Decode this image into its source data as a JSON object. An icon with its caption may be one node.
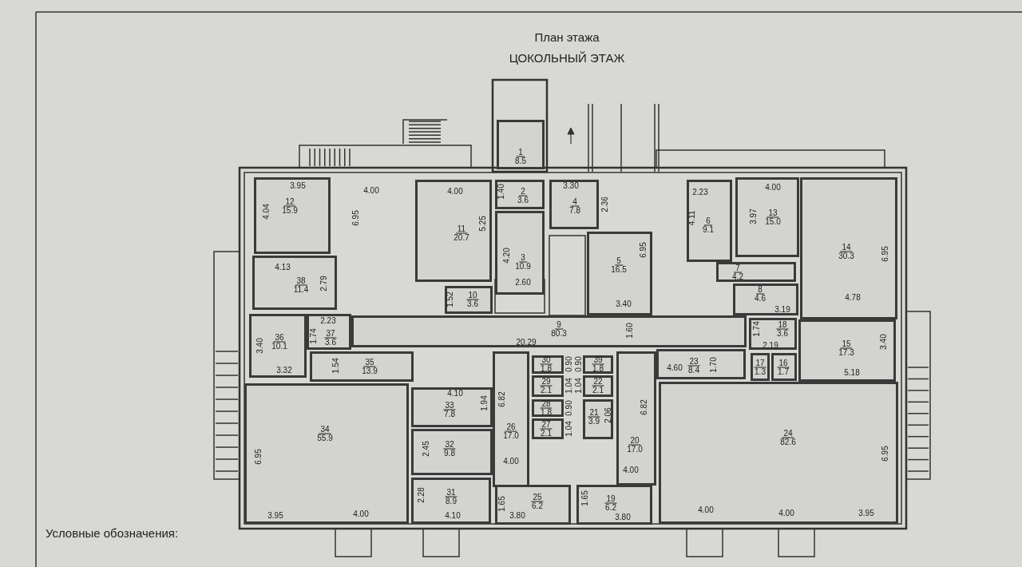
{
  "diagram": {
    "title": "План этажа",
    "nodes": [
      {
        "text": [
          "1",
          "8.5"
        ]
      },
      {
        "text": [
          "12",
          "15.9"
        ]
      },
      {
        "text": [
          "11",
          "20.7"
        ]
      },
      {
        "text": [
          "2",
          "3.6"
        ]
      },
      {
        "text": [
          "4",
          "7.8"
        ]
      },
      {
        "text": [
          "6",
          "9.1"
        ]
      },
      {
        "text": [
          "13",
          "15.0"
        ]
      },
      {
        "text": [
          "3",
          "10.9"
        ]
      },
      {
        "text": [
          "5",
          "16.5"
        ]
      },
      {
        "text": [
          "14",
          "30.3"
        ]
      },
      {
        "text": [
          "7",
          "4.2"
        ]
      },
      {
        "text": [
          "38",
          "11.4"
        ]
      },
      {
        "text": [
          "10",
          "3.6"
        ]
      },
      {
        "text": [
          "8",
          "4.6"
        ]
      },
      {
        "text": [
          "9",
          "80.3"
        ]
      },
      {
        "text": [
          "36",
          "10.1"
        ]
      },
      {
        "text": [
          "37",
          "3.6"
        ]
      },
      {
        "text": [
          "18",
          "3.6"
        ]
      },
      {
        "text": [
          "15",
          "17.3"
        ]
      },
      {
        "text": [
          "35",
          "13.9"
        ]
      },
      {
        "text": [
          "30",
          "1.8"
        ]
      },
      {
        "text": [
          "39",
          "1.8"
        ]
      },
      {
        "text": [
          "17",
          "1.3"
        ]
      },
      {
        "text": [
          "16",
          "1.7"
        ]
      },
      {
        "text": [
          "23",
          "8.4"
        ]
      },
      {
        "text": [
          "29",
          "2.1"
        ]
      },
      {
        "text": [
          "22",
          "2.1"
        ]
      },
      {
        "text": [
          "33",
          "7.8"
        ]
      },
      {
        "text": [
          "28",
          "1.8"
        ]
      },
      {
        "text": [
          "21",
          "3.9"
        ]
      },
      {
        "text": [
          "26",
          "17.0"
        ]
      },
      {
        "text": [
          "20",
          "17.0"
        ]
      },
      {
        "text": [
          "27",
          "2.1"
        ]
      },
      {
        "text": [
          "34",
          "55.9"
        ]
      },
      {
        "text": [
          "32",
          "9.8"
        ]
      },
      {
        "text": [
          "24",
          "82.6"
        ]
      },
      {
        "text": [
          "31",
          "8.9"
        ]
      },
      {
        "text": [
          "25",
          "6.2"
        ]
      },
      {
        "text": [
          "19",
          "6.2"
        ]
      }
    ],
    "labels": [
      "ЦОКОЛЬНЫЙ ЭТАЖ",
      "3.95",
      "3.30",
      "4.00",
      "4.00",
      "1.40",
      "4.00",
      "2.23",
      "4.04",
      "2.36",
      "4.11",
      "3.97",
      "6.95",
      "5.25",
      "6.95",
      "6.95",
      "4.20",
      "4.13",
      "2.60",
      "2.79",
      "1.52",
      "4.78",
      "3.40",
      "3.19",
      "2.23",
      "1.74",
      "1.74",
      "1.60",
      "3.40",
      "3.40",
      "20.29",
      "2.19",
      "0.90",
      "0.90",
      "1.54",
      "1.70",
      "4.60",
      "3.32",
      "5.18",
      "1.04",
      "1.04",
      "4.10",
      "1.94",
      "6.82",
      "0.90",
      "6.82",
      "2.06",
      "1.04",
      "2.45",
      "6.95",
      "6.95",
      "4.00",
      "4.00",
      "2.28",
      "1.65",
      "1.65",
      "4.00",
      "4.00",
      "3.95",
      "4.00",
      "3.80",
      "3.95",
      "4.10",
      "3.80",
      "Условные обозначения:"
    ]
  }
}
